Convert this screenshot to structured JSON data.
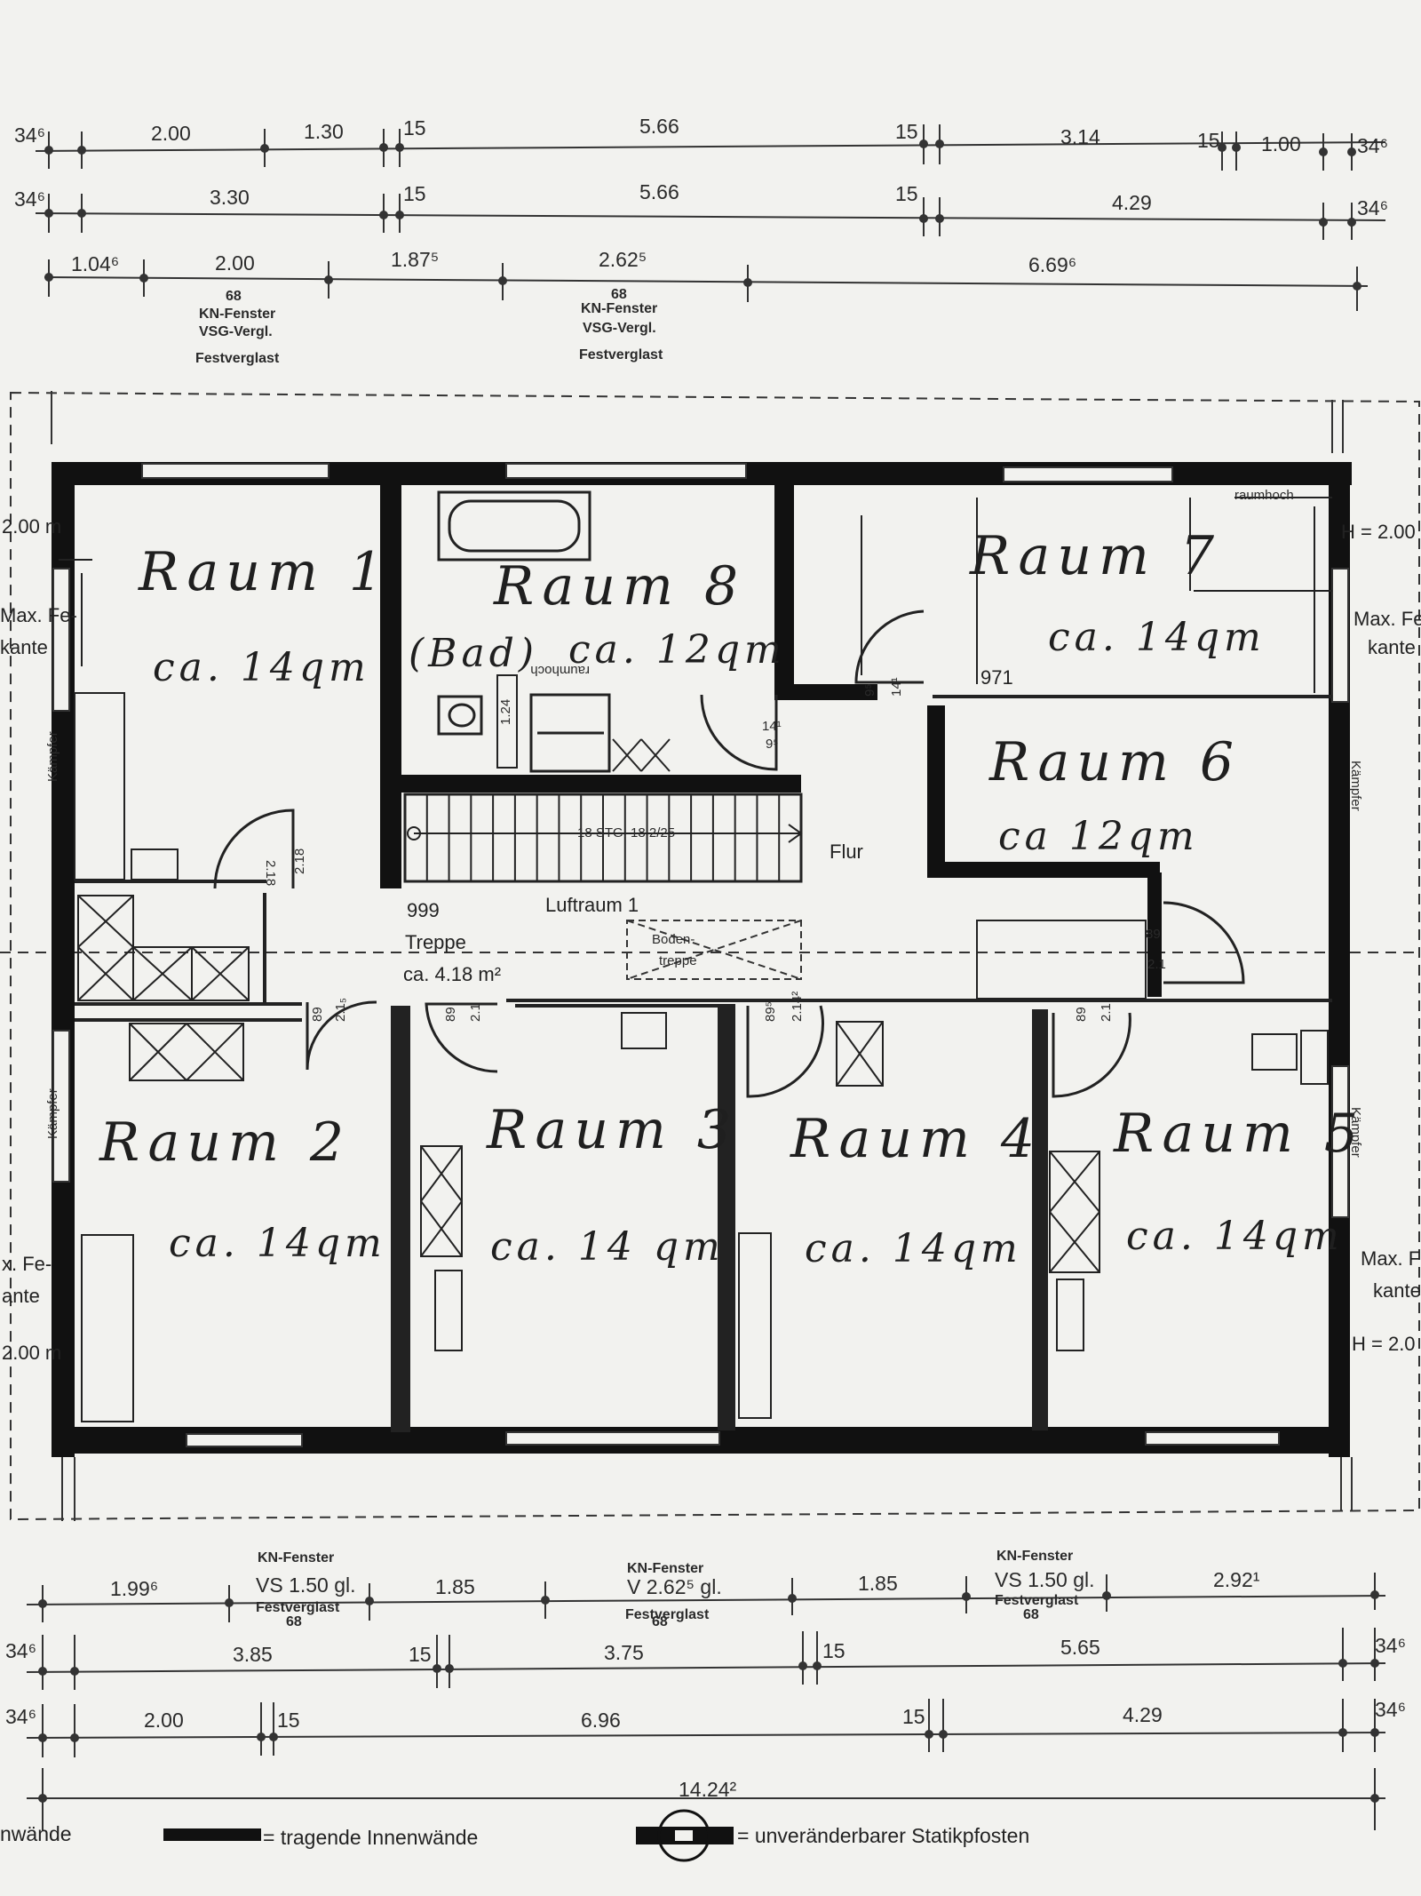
{
  "dimensions_top": {
    "row1": [
      "34⁶",
      "2.00",
      "1.30",
      "15",
      "5.66",
      "15",
      "3.14",
      "15",
      "1.00",
      "34⁶"
    ],
    "row2": [
      "34⁶",
      "3.30",
      "15",
      "5.66",
      "15",
      "4.29",
      "34⁶"
    ],
    "row3": [
      "1.04⁶",
      "2.00",
      "1.87⁵",
      "2.62⁵",
      "6.69⁶"
    ],
    "window_notes": [
      {
        "size": "68",
        "lines": [
          "KN-Fenster",
          "VSG-Vergl.",
          "Festverglast"
        ]
      },
      {
        "size": "68",
        "lines": [
          "KN-Fenster",
          "VSG-Vergl.",
          "Festverglast"
        ]
      }
    ]
  },
  "dimensions_bottom": {
    "row1": [
      "1.99⁶",
      "1.85",
      "1.85",
      "2.92¹"
    ],
    "window_notes": [
      {
        "title": "KN-Fenster",
        "size_line": "VS 1.50 gl.",
        "sub": "Festverglast",
        "size": "68"
      },
      {
        "title": "KN-Fenster",
        "size_line": "V 2.62⁵ gl.",
        "sub": "Festverglast",
        "size": "68"
      },
      {
        "title": "KN-Fenster",
        "size_line": "VS 1.50 gl.",
        "sub": "Festverglast",
        "size": "68"
      }
    ],
    "row2": [
      "34⁶",
      "3.85",
      "15",
      "3.75",
      "15",
      "5.65",
      "34⁶"
    ],
    "row3": [
      "34⁶",
      "2.00",
      "15",
      "6.96",
      "15",
      "4.29",
      "34⁶"
    ],
    "total": "14.24²"
  },
  "side_labels": {
    "left": [
      "2.00 m",
      "Max. Fe-",
      "kante",
      "Kämpfer",
      "Kämpfer",
      "x. Fe-",
      "ante",
      "2.00 m"
    ],
    "right": [
      "H = 2.00",
      "Max. Fe",
      "kante",
      "Kämpfer",
      "Kämpfer",
      "Max. F",
      "kante",
      "H = 2.0"
    ]
  },
  "rooms": [
    {
      "name": "Raum 1",
      "area": "ca. 14qm"
    },
    {
      "name": "Raum 8",
      "sub": "(Bad)",
      "area": "ca. 12qm"
    },
    {
      "name": "Raum 7",
      "area": "ca. 14qm"
    },
    {
      "name": "Raum 6",
      "area": "ca 12qm"
    },
    {
      "name": "Raum 2",
      "area": "ca. 14qm"
    },
    {
      "name": "Raum 3",
      "area": "ca. 14 qm"
    },
    {
      "name": "Raum 4",
      "area": "ca. 14qm"
    },
    {
      "name": "Raum 5",
      "area": "ca. 14qm"
    }
  ],
  "labels": {
    "raumhoch_top": "raumhoch",
    "raumhoch_bath": "raumhoch",
    "stairs": "18 STG. 18.2/25",
    "flur": "Flur",
    "luftraum": "Luftraum 1",
    "num999": "999",
    "treppe": "Treppe",
    "treppe_area": "ca. 4.18 m²",
    "bodentreppe_1": "Boden-",
    "bodentreppe_2": "treppe",
    "num971": "971",
    "bath_124": "1.24"
  },
  "door_labels": [
    "2.18",
    "2.18",
    "89",
    "2.1₅",
    "89",
    "2.1",
    "89⁵",
    "2.14²",
    "89",
    "2.1",
    "9⁵",
    "14¹",
    "14¹",
    "9⁵",
    "89",
    "2.1"
  ],
  "legend": {
    "item1_prefix": "nwände",
    "item2": "= tragende Innenwände",
    "item3": "= unveränderbarer Statikpfosten"
  }
}
